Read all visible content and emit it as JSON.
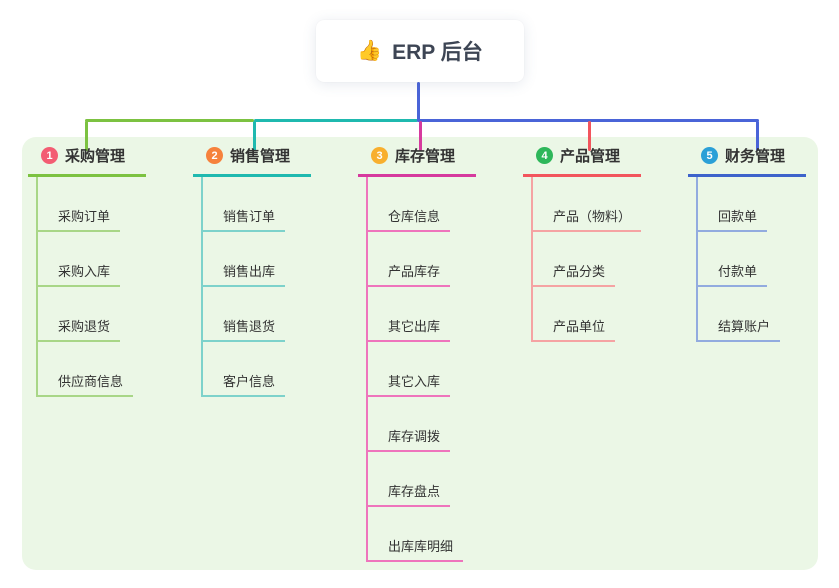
{
  "root": {
    "icon": "👍",
    "label": "ERP 后台"
  },
  "branches": [
    {
      "num": "1",
      "title": "采购管理",
      "badge_color": "#f35d73",
      "line_color": "#7cc241",
      "child_line_color": "#a8d687",
      "children": [
        "采购订单",
        "采购入库",
        "采购退货",
        "供应商信息"
      ]
    },
    {
      "num": "2",
      "title": "销售管理",
      "badge_color": "#f6823c",
      "line_color": "#1fb9af",
      "child_line_color": "#7dd2cb",
      "children": [
        "销售订单",
        "销售出库",
        "销售退货",
        "客户信息"
      ]
    },
    {
      "num": "3",
      "title": "库存管理",
      "badge_color": "#f8af2e",
      "line_color": "#d63a9e",
      "child_line_color": "#ee74bc",
      "children": [
        "仓库信息",
        "产品库存",
        "其它出库",
        "其它入库",
        "库存调拨",
        "库存盘点",
        "出库库明细"
      ]
    },
    {
      "num": "4",
      "title": "产品管理",
      "badge_color": "#2eb75a",
      "line_color": "#f2555d",
      "child_line_color": "#f5a3a3",
      "children": [
        "产品（物料）",
        "产品分类",
        "产品单位"
      ]
    },
    {
      "num": "5",
      "title": "财务管理",
      "badge_color": "#2ba0d7",
      "line_color": "#3d63cb",
      "child_line_color": "#92abdf",
      "children": [
        "回款单",
        "付款单",
        "结算账户"
      ]
    }
  ],
  "connectors": {
    "stem_color": "#4a64d8"
  },
  "colors": {
    "panel_bg": "#ebf7e6",
    "canvas_bg": "#ffffff",
    "text": "#333333",
    "root_text": "#3d4554"
  }
}
